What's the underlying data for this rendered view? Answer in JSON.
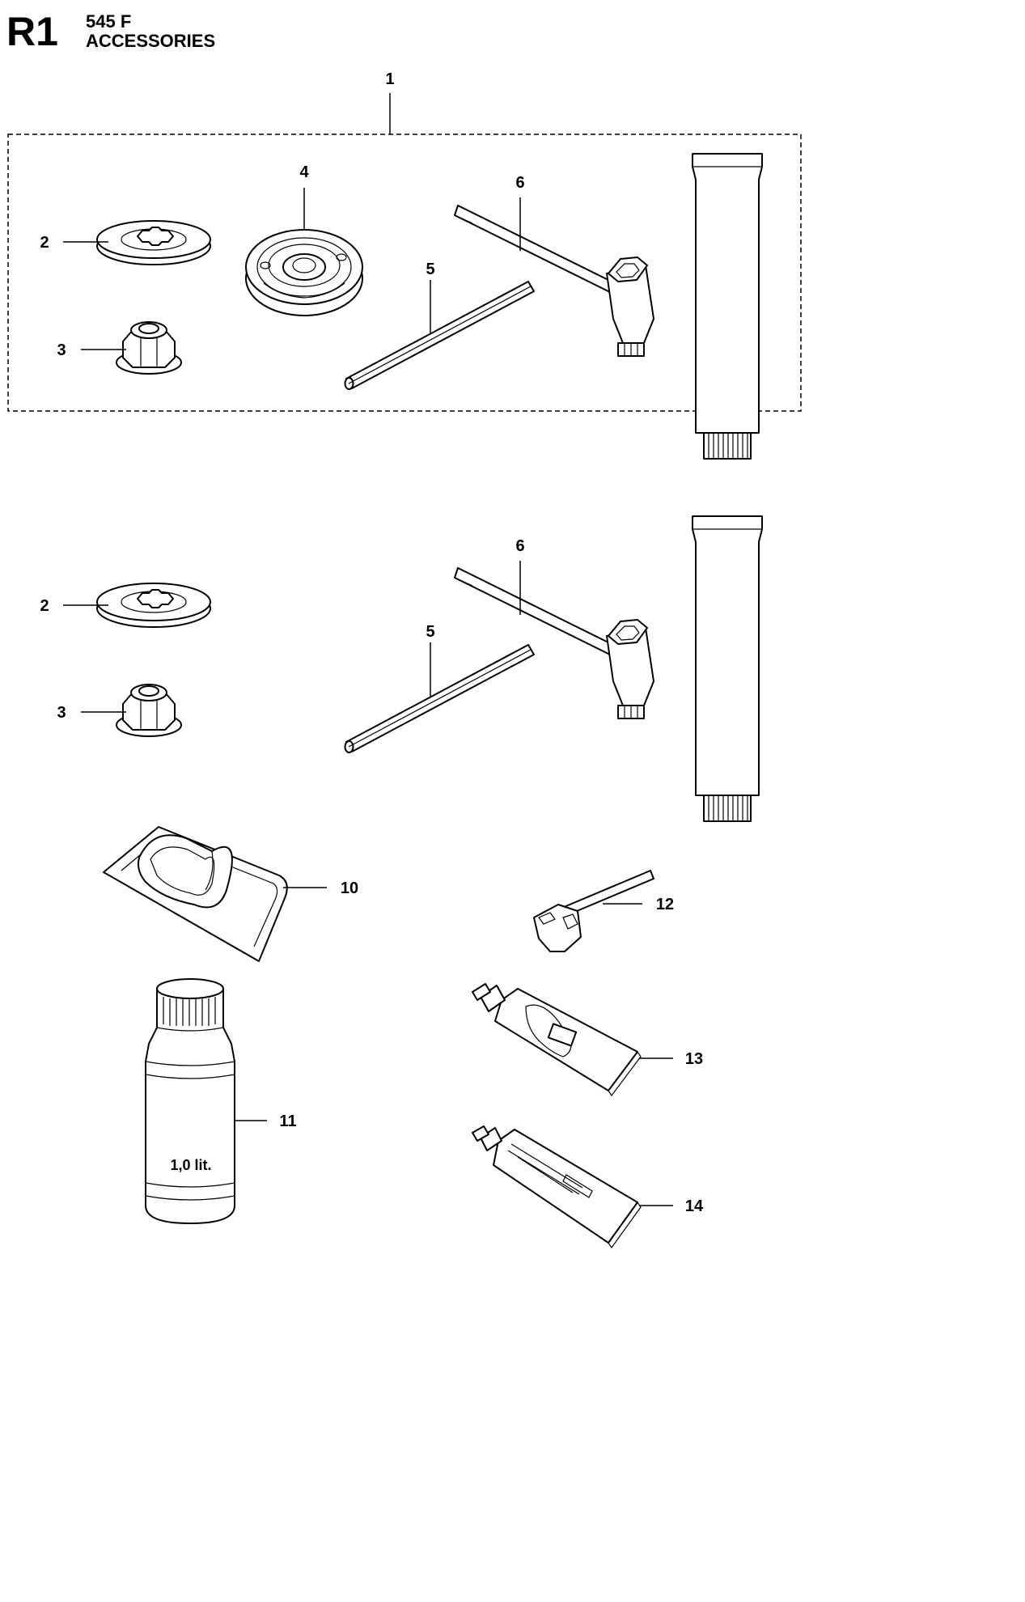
{
  "header": {
    "code": "R1",
    "model": "545 F",
    "title": "ACCESSORIES"
  },
  "kit_label": "1",
  "callouts": {
    "c2a": "2",
    "c3a": "3",
    "c4": "4",
    "c5a": "5",
    "c6a": "6",
    "c2b": "2",
    "c3b": "3",
    "c5b": "5",
    "c6b": "6",
    "c10": "10",
    "c11": "11",
    "c12": "12",
    "c13": "13",
    "c14": "14"
  },
  "bottle_label": "1,0 lit."
}
